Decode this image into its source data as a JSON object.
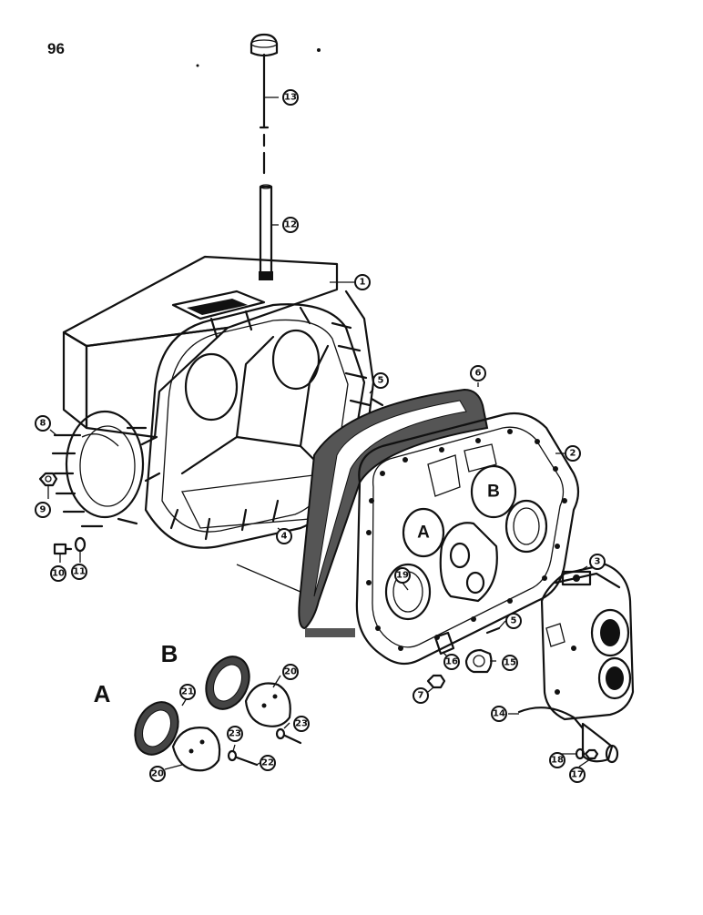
{
  "page_number": "96",
  "callouts": {
    "c1": "1",
    "c2": "2",
    "c3": "3",
    "c4": "4",
    "c5a": "5",
    "c5b": "5",
    "c6": "6",
    "c7": "7",
    "c8": "8",
    "c9": "9",
    "c10": "10",
    "c11": "11",
    "c12": "12",
    "c13": "13",
    "c14": "14",
    "c15": "15",
    "c16": "16",
    "c17": "17",
    "c18": "18",
    "c19": "19",
    "c20a": "20",
    "c20b": "20",
    "c21": "21",
    "c22": "22",
    "c23a": "23",
    "c23b": "23"
  },
  "view_labels": {
    "a": "A",
    "b": "B"
  },
  "plate_labels": {
    "a": "A",
    "b": "B"
  }
}
